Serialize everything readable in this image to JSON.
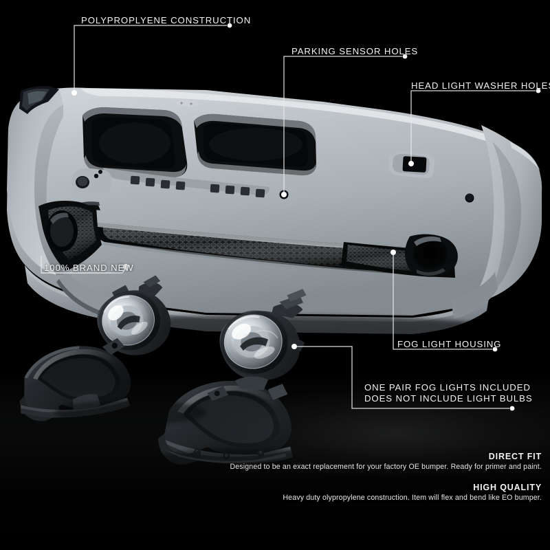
{
  "image": {
    "subject": "front bumper cover with fog lights",
    "background_color": "#000000",
    "bumper_color": "#b9bec3",
    "callout_line_color": "#e8e8e8",
    "label_text_color": "#f2f2f2"
  },
  "callouts": [
    {
      "id": "polypropylene",
      "label": "POLYPROPLYENE CONSTRUCTION",
      "dot": [
        108,
        135
      ]
    },
    {
      "id": "parking-sensor",
      "label": "PARKING SENSOR HOLES",
      "dot": [
        413,
        283
      ]
    },
    {
      "id": "washer-holes",
      "label": "HEAD LIGHT WASHER HOLES",
      "dot": [
        598,
        238
      ]
    },
    {
      "id": "brand-new",
      "label": "100% BRAND NEW",
      "dot": [
        183,
        388
      ]
    },
    {
      "id": "fog-housing",
      "label": "FOG LIGHT HOUSING",
      "dot": [
        572,
        367
      ]
    },
    {
      "id": "fog-pair",
      "label_line1": "ONE PAIR FOG LIGHTS INCLUDED",
      "label_line2": "DOES NOT INCLUDE LIGHT BULBS",
      "dot": [
        428,
        504
      ]
    }
  ],
  "features": [
    {
      "id": "direct-fit",
      "heading": "DIRECT FIT",
      "body": "Designed to be an exact replacement for your factory OE bumper. Ready for primer and paint."
    },
    {
      "id": "high-quality",
      "heading": "HIGH QUALITY",
      "body": "Heavy duty olypropylene construction. Item will flex and bend like EO bumper."
    }
  ],
  "parts": [
    {
      "id": "bumper-cover",
      "name": "front bumper cover"
    },
    {
      "id": "fog-light-left",
      "name": "fog light lens assembly left"
    },
    {
      "id": "fog-light-right",
      "name": "fog light lens assembly right"
    },
    {
      "id": "fog-bezel-left",
      "name": "fog light housing bracket left"
    },
    {
      "id": "fog-bezel-right",
      "name": "fog light housing bracket right"
    }
  ]
}
